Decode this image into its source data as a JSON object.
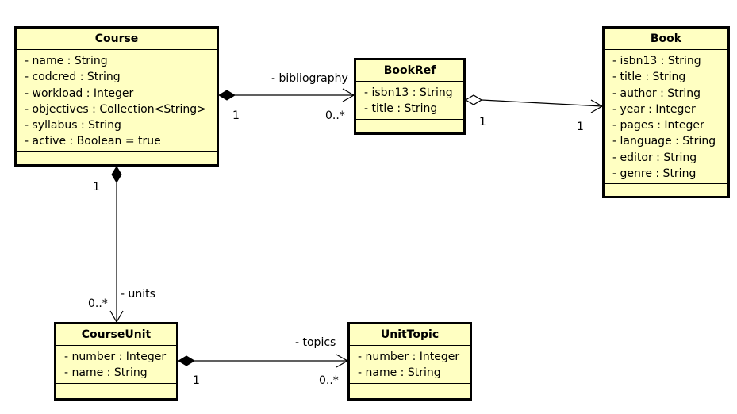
{
  "classes": {
    "course": {
      "name": "Course",
      "attributes": [
        "- name : String",
        "- codcred : String",
        "- workload : Integer",
        "- objectives : Collection<String>",
        "- syllabus : String",
        "- active : Boolean = true"
      ]
    },
    "bookref": {
      "name": "BookRef",
      "attributes": [
        "- isbn13 : String",
        "- title : String"
      ]
    },
    "book": {
      "name": "Book",
      "attributes": [
        "- isbn13 : String",
        "- title : String",
        "- author : String",
        "- year : Integer",
        "- pages : Integer",
        "- language : String",
        "- editor : String",
        "- genre : String"
      ]
    },
    "courseunit": {
      "name": "CourseUnit",
      "attributes": [
        "- number : Integer",
        "- name : String"
      ]
    },
    "unittopic": {
      "name": "UnitTopic",
      "attributes": [
        "- number : Integer",
        "- name : String"
      ]
    }
  },
  "associations": {
    "bibliography": {
      "role": "- bibliography",
      "source_mult": "1",
      "target_mult": "0..*"
    },
    "book_link": {
      "source_mult": "1",
      "target_mult": "1"
    },
    "units": {
      "role": "- units",
      "source_mult": "1",
      "target_mult": "0..*"
    },
    "topics": {
      "role": "- topics",
      "source_mult": "1",
      "target_mult": "0..*"
    }
  }
}
